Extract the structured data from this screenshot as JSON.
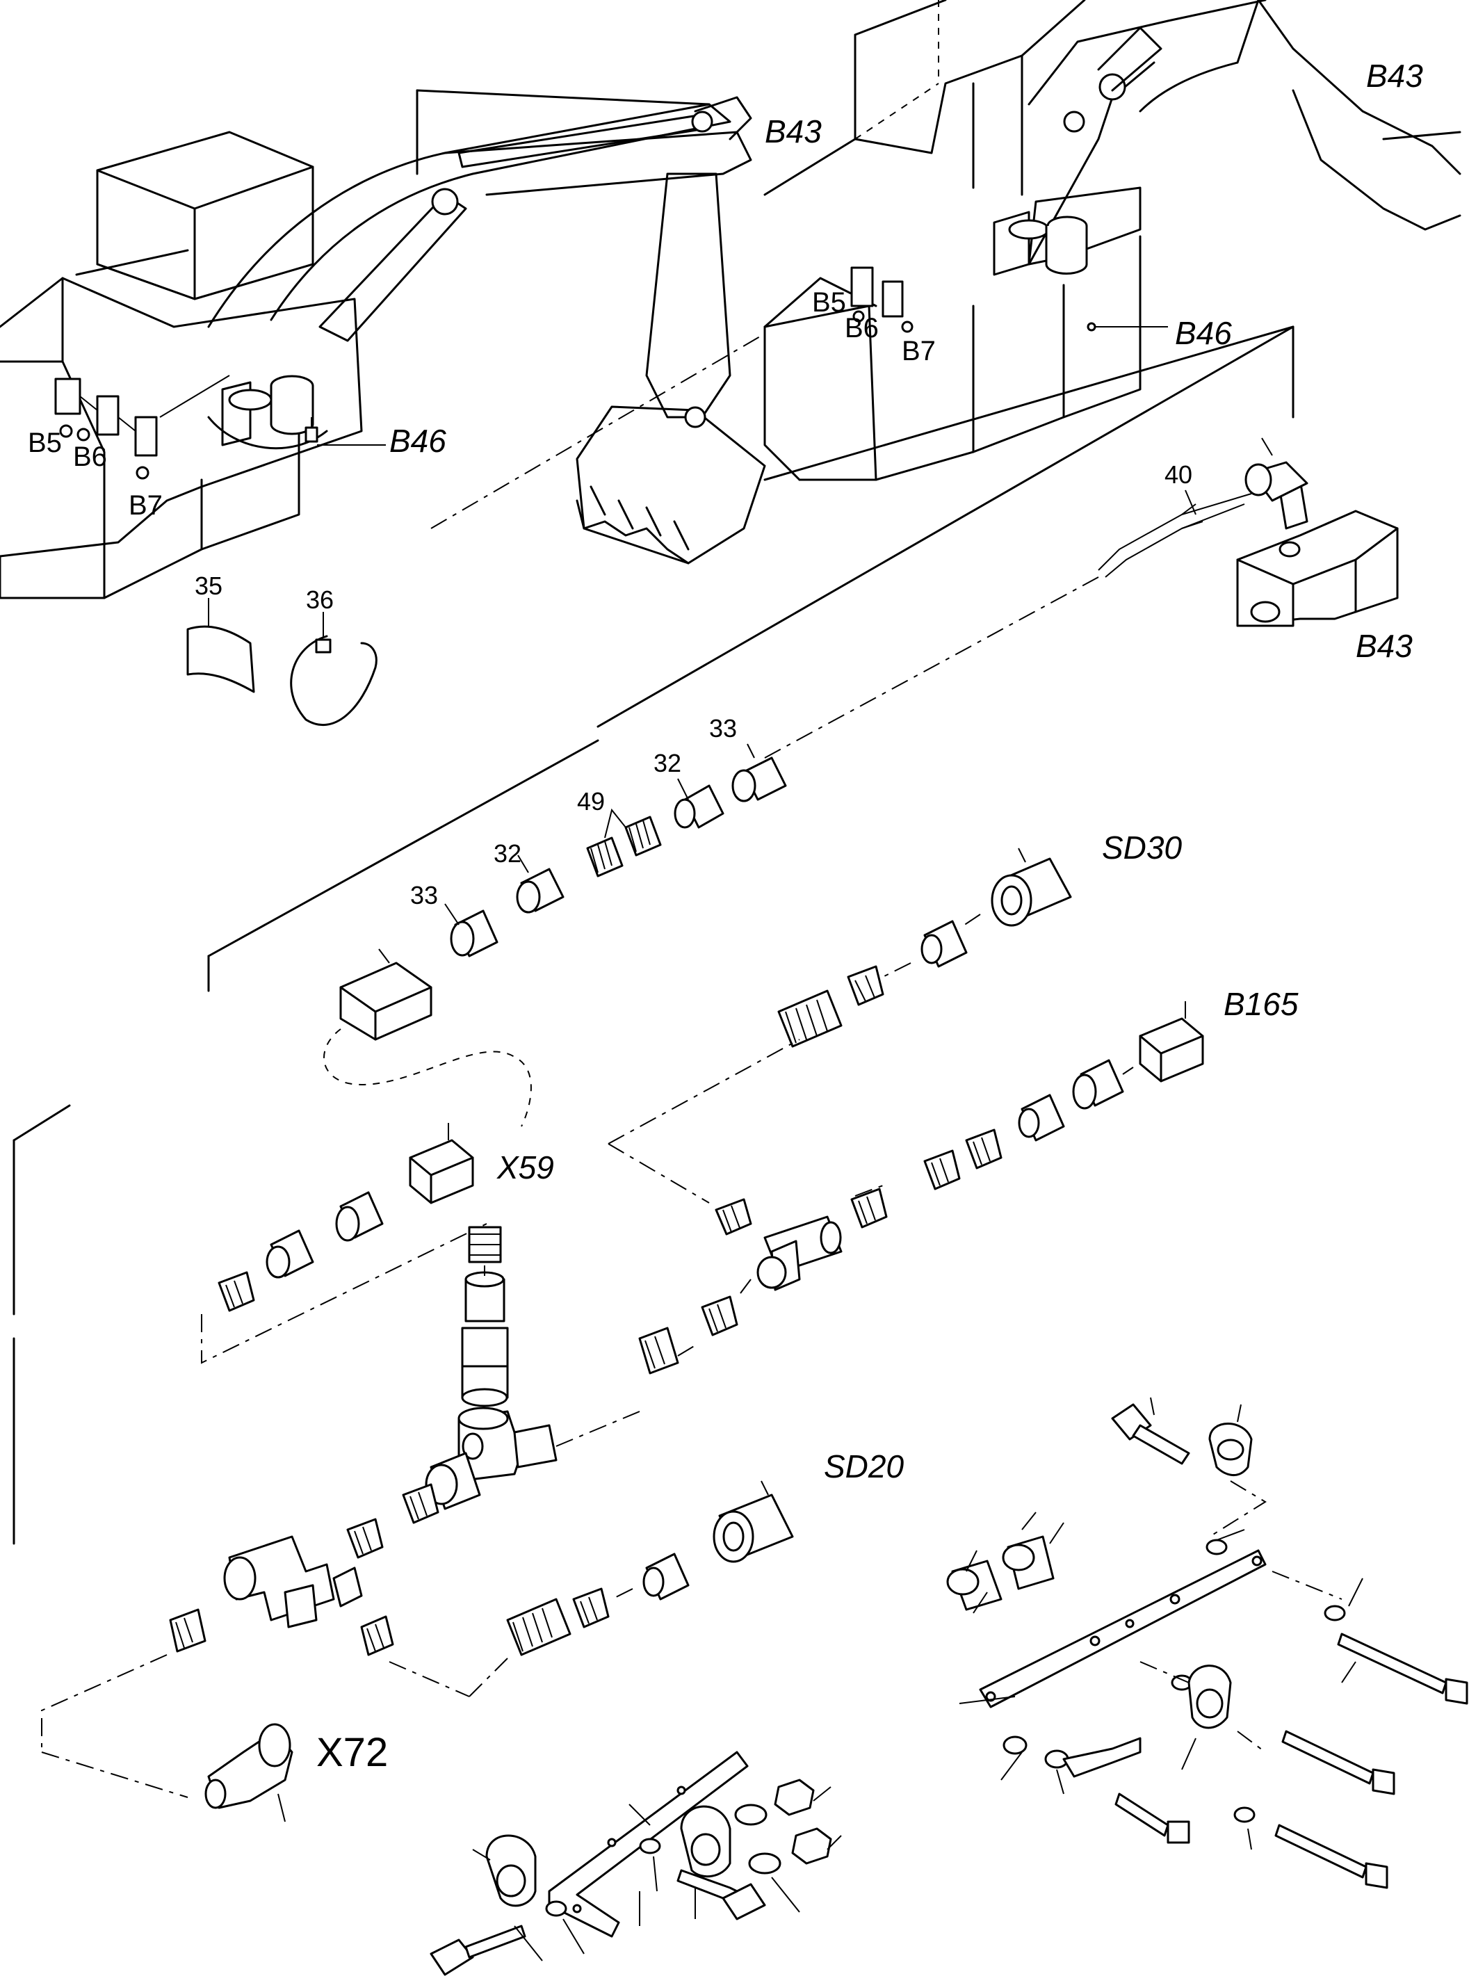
{
  "labels": {
    "B43": "B43",
    "B46": "B46",
    "B5": "B5",
    "B6": "B6",
    "B7": "B7",
    "SD30": "SD30",
    "SD20": "SD20",
    "B165": "B165",
    "X59": "X59",
    "X72": "X72"
  },
  "callouts": {
    "n35": "35",
    "n36": "36",
    "n40": "40",
    "n33": "33",
    "n32": "32",
    "n49": "49"
  }
}
